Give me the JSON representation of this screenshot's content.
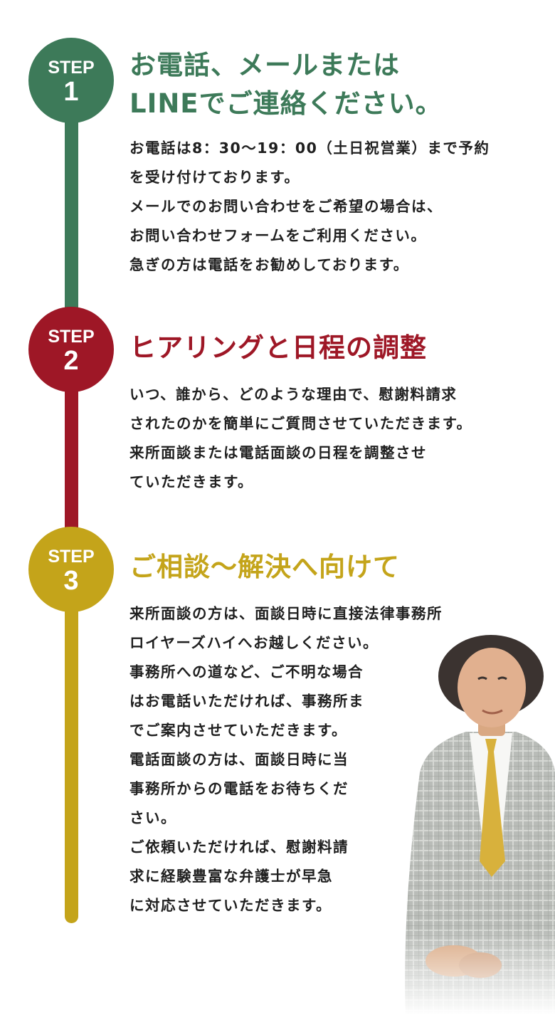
{
  "colors": {
    "step1": "#3d7a59",
    "step2": "#9e1726",
    "step3": "#c4a41a",
    "text": "#1f1f1f"
  },
  "steps": [
    {
      "label": "STEP",
      "number": "1",
      "title_lines": [
        "お電話、メールまたは",
        "LINEでご連絡ください。"
      ],
      "body_lines": [
        "お電話は8：30〜19：00（土日祝営業）まで予約",
        "を受け付けております。",
        "メールでのお問い合わせをご希望の場合は、",
        "お問い合わせフォームをご利用ください。",
        "急ぎの方は電話をお勧めしております。"
      ]
    },
    {
      "label": "STEP",
      "number": "2",
      "title_lines": [
        "ヒアリングと日程の調整"
      ],
      "body_lines": [
        "いつ、誰から、どのような理由で、慰謝料請求",
        "されたのかを簡単にご質問させていただきます。",
        "来所面談または電話面談の日程を調整させ",
        "ていただきます。"
      ]
    },
    {
      "label": "STEP",
      "number": "3",
      "title_lines": [
        "ご相談〜解決へ向けて"
      ],
      "body_lines": [
        "来所面談の方は、面談日時に直接法律事務所",
        "ロイヤーズハイへお越しください。",
        "事務所への道など、ご不明な場合",
        "はお電話いただければ、事務所ま",
        "でご案内させていただきます。",
        "電話面談の方は、面談日時に当",
        "事務所からの電話をお待ちくだ",
        "さい。",
        "ご依頼いただければ、慰謝料請",
        "求に経験豊富な弁護士が早急",
        "に対応させていただきます。"
      ]
    }
  ],
  "image": {
    "name": "lawyer-photo"
  }
}
